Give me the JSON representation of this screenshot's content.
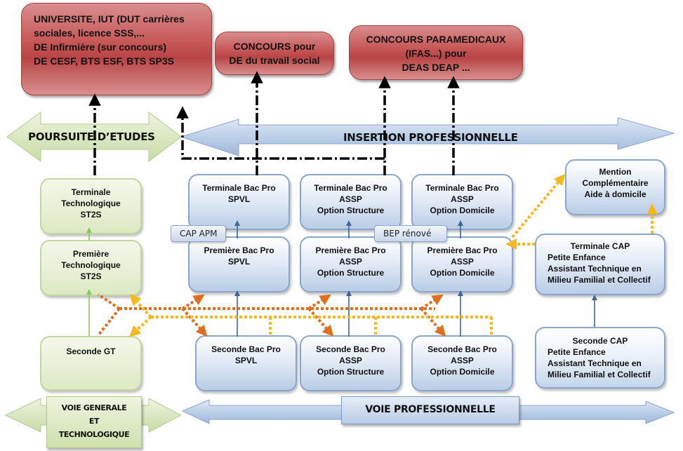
{
  "outcomes": {
    "universite": [
      "UNIVERSITE, IUT (DUT carrières",
      "sociales, licence SSS,...",
      "DE Infirmière (sur concours)",
      "DE CESF, BTS ESF, BTS SP3S"
    ],
    "concours_social": [
      "CONCOURS pour",
      "DE du travail social"
    ],
    "concours_paramedicaux": [
      "CONCOURS PARAMEDICAUX",
      "(IFAS...) pour",
      "DEAS DEAP ..."
    ]
  },
  "banners": {
    "poursuite": "POURSUITE D’ETUDES",
    "insertion": "INSERTION PROFESSIONNELLE",
    "voie_generale": [
      "VOIE GENERALE",
      "ET",
      "TECHNOLOGIQUE"
    ],
    "voie_pro": "VOIE PROFESSIONNELLE"
  },
  "general_track": {
    "terminale": [
      "Terminale",
      "Technologique",
      "ST2S"
    ],
    "premiere": [
      "Première",
      "Technologique",
      "ST2S"
    ],
    "seconde": [
      "Seconde GT"
    ]
  },
  "pro_tracks": {
    "spvl": {
      "terminale": [
        "Terminale Bac Pro",
        "SPVL"
      ],
      "premiere": [
        "Première Bac Pro",
        "SPVL"
      ],
      "seconde": [
        "Seconde Bac Pro",
        "SPVL"
      ]
    },
    "assp_structure": {
      "terminale": [
        "Terminale Bac Pro",
        "ASSP",
        "Option Structure"
      ],
      "premiere": [
        "Première Bac Pro",
        "ASSP",
        "Option Structure"
      ],
      "seconde": [
        "Seconde Bac Pro",
        "ASSP",
        "Option Structure"
      ]
    },
    "assp_domicile": {
      "terminale": [
        "Terminale Bac Pro",
        "ASSP",
        "Option Domicile"
      ],
      "premiere": [
        "Première Bac Pro",
        "ASSP",
        "Option Domicile"
      ],
      "seconde": [
        "Seconde Bac Pro",
        "ASSP",
        "Option Domicile"
      ]
    }
  },
  "cap_track": {
    "mention": [
      "Mention",
      "Complémentaire",
      "Aide à domicile"
    ],
    "terminale": {
      "title": "Terminale CAP",
      "lines": [
        "Petite Enfance",
        "Assistant Technique en",
        "Milieu Familial et Collectif"
      ]
    },
    "seconde": {
      "title": "Seconde CAP",
      "lines": [
        "Petite Enfance",
        "Assistant Technique en",
        "Milieu Familial et Collectif"
      ]
    }
  },
  "tags": {
    "cap_apm": "CAP APM",
    "bep": "BEP rénové"
  },
  "colors": {
    "outcome_red": "#c55353",
    "general_green": "#dde9c4",
    "pro_blue": "#b9cde6",
    "arrow_blue": "#3f6595",
    "arrow_green": "#8cc95b",
    "dotted_orange": "#e07020",
    "dotted_yellow": "#f7b81e"
  }
}
